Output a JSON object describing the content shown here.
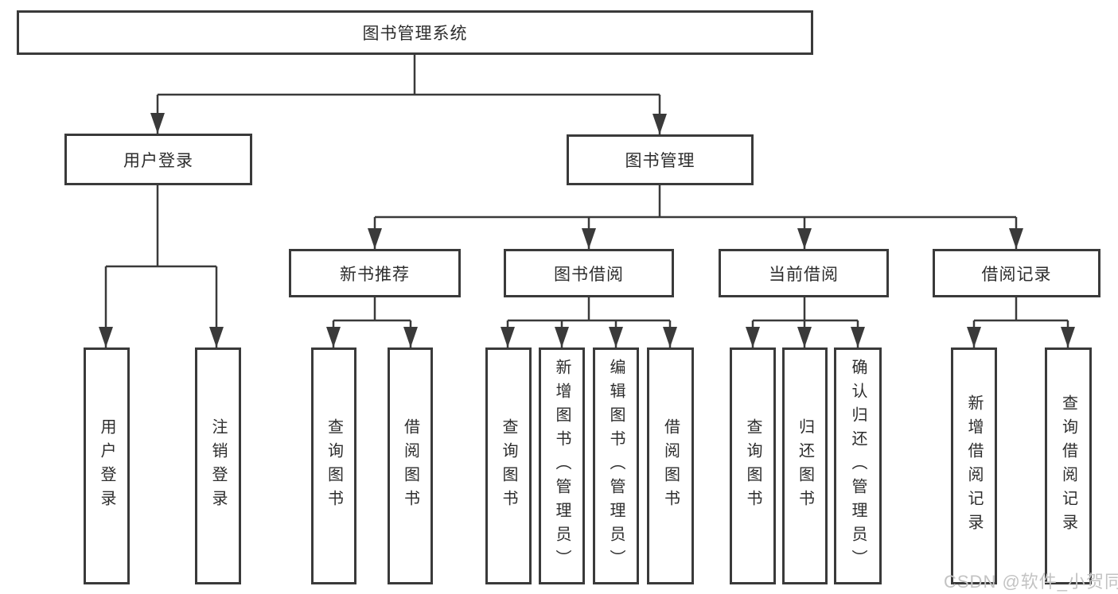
{
  "tree": {
    "label": "图书管理系统",
    "children": [
      {
        "label": "用户登录",
        "children": [
          {
            "label": "用户登录"
          },
          {
            "label": "注销登录"
          }
        ]
      },
      {
        "label": "图书管理",
        "children": [
          {
            "label": "新书推荐",
            "children": [
              {
                "label": "查询图书"
              },
              {
                "label": "借阅图书"
              }
            ]
          },
          {
            "label": "图书借阅",
            "children": [
              {
                "label": "查询图书"
              },
              {
                "label": "新增图书（管理员）"
              },
              {
                "label": "编辑图书（管理员）"
              },
              {
                "label": "借阅图书"
              }
            ]
          },
          {
            "label": "当前借阅",
            "children": [
              {
                "label": "查询图书"
              },
              {
                "label": "归还图书"
              },
              {
                "label": "确认归还（管理员）"
              }
            ]
          },
          {
            "label": "借阅记录",
            "children": [
              {
                "label": "新增借阅记录"
              },
              {
                "label": "查询借阅记录"
              }
            ]
          }
        ]
      }
    ]
  },
  "watermark": {
    "text": "CSDN @软件_小贺同学"
  },
  "colors": {
    "line": "#3a3a3a",
    "box_border": "#3a3a3a",
    "text": "#2d2d2d",
    "background": "#ffffff",
    "watermark": "#c3c3c3"
  }
}
